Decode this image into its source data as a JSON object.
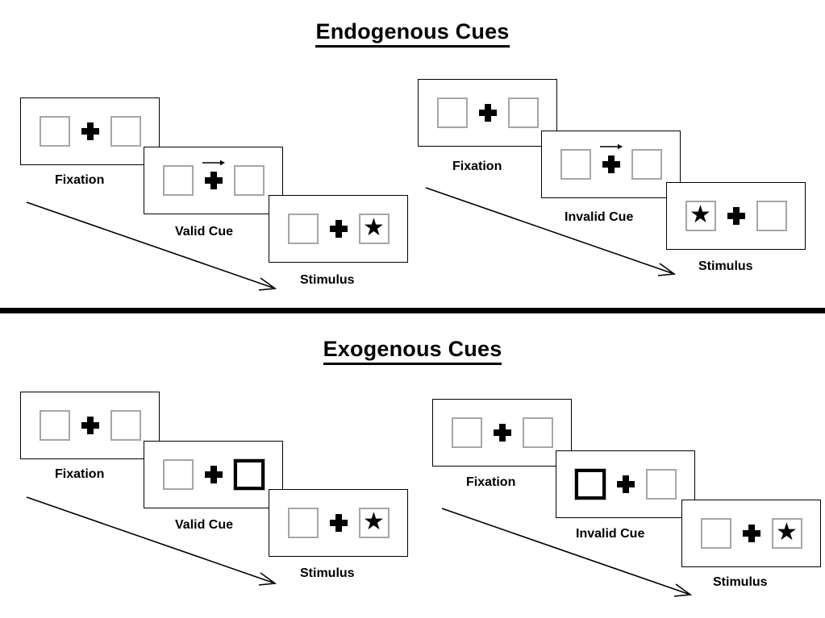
{
  "figure": {
    "background_color": "#ffffff",
    "ink_color": "#000000",
    "placeholder_box_color": "#a6a6a6",
    "cued_box_color": "#000000"
  },
  "sections": [
    {
      "id": "endogenous",
      "title": "Endogenous Cues",
      "cue_type": "arrow",
      "columns": [
        {
          "id": "endogenous-valid",
          "cue_validity_label": "Valid Cue",
          "panels": [
            {
              "id": "endogenous-valid-fixation",
              "caption": "Fixation",
              "left_box": "empty",
              "right_box": "empty",
              "center": "cross",
              "arrow_cue": "none"
            },
            {
              "id": "endogenous-valid-cue",
              "caption": "Valid Cue",
              "left_box": "empty",
              "right_box": "empty",
              "center": "cross",
              "arrow_cue": "right"
            },
            {
              "id": "endogenous-valid-stimulus",
              "caption": "Stimulus",
              "left_box": "empty",
              "right_box": "star",
              "center": "cross",
              "arrow_cue": "none"
            }
          ]
        },
        {
          "id": "endogenous-invalid",
          "cue_validity_label": "Invalid Cue",
          "panels": [
            {
              "id": "endogenous-invalid-fixation",
              "caption": "Fixation",
              "left_box": "empty",
              "right_box": "empty",
              "center": "cross",
              "arrow_cue": "none"
            },
            {
              "id": "endogenous-invalid-cue",
              "caption": "Invalid Cue",
              "left_box": "empty",
              "right_box": "empty",
              "center": "cross",
              "arrow_cue": "right"
            },
            {
              "id": "endogenous-invalid-stimulus",
              "caption": "Stimulus",
              "left_box": "star",
              "right_box": "empty",
              "center": "cross",
              "arrow_cue": "none"
            }
          ]
        }
      ]
    },
    {
      "id": "exogenous",
      "title": "Exogenous Cues",
      "cue_type": "box-flash",
      "columns": [
        {
          "id": "exogenous-valid",
          "cue_validity_label": "Valid Cue",
          "panels": [
            {
              "id": "exogenous-valid-fixation",
              "caption": "Fixation",
              "left_box": "empty",
              "right_box": "empty",
              "center": "cross",
              "arrow_cue": "none"
            },
            {
              "id": "exogenous-valid-cue",
              "caption": "Valid Cue",
              "left_box": "empty",
              "right_box": "cued",
              "center": "cross",
              "arrow_cue": "none"
            },
            {
              "id": "exogenous-valid-stimulus",
              "caption": "Stimulus",
              "left_box": "empty",
              "right_box": "star",
              "center": "cross",
              "arrow_cue": "none"
            }
          ]
        },
        {
          "id": "exogenous-invalid",
          "cue_validity_label": "Invalid Cue",
          "panels": [
            {
              "id": "exogenous-invalid-fixation",
              "caption": "Fixation",
              "left_box": "empty",
              "right_box": "empty",
              "center": "cross",
              "arrow_cue": "none"
            },
            {
              "id": "exogenous-invalid-cue",
              "caption": "Invalid Cue",
              "left_box": "cued",
              "right_box": "empty",
              "center": "cross",
              "arrow_cue": "none"
            },
            {
              "id": "exogenous-invalid-stimulus",
              "caption": "Stimulus",
              "left_box": "empty",
              "right_box": "star",
              "center": "cross",
              "arrow_cue": "none"
            }
          ]
        }
      ]
    }
  ],
  "glyphs": {
    "star": "★"
  },
  "time_arrows": [
    {
      "id": "time-arrow-endogenous-valid",
      "direction": "down-right"
    },
    {
      "id": "time-arrow-endogenous-invalid",
      "direction": "down-right"
    },
    {
      "id": "time-arrow-exogenous-valid",
      "direction": "down-right"
    },
    {
      "id": "time-arrow-exogenous-invalid",
      "direction": "down-right"
    }
  ]
}
